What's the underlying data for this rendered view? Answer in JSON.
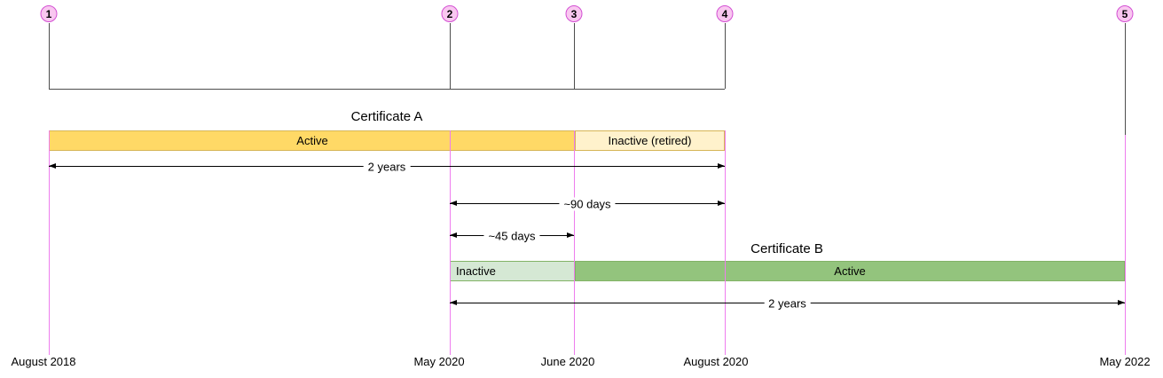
{
  "milestones": [
    "1",
    "2",
    "3",
    "4",
    "5"
  ],
  "certificates": [
    {
      "title": "Certificate A",
      "segments": [
        {
          "label": "Active",
          "state": "active",
          "from": "August 2018",
          "to": "June 2020"
        },
        {
          "label": "Inactive (retired)",
          "state": "inactive",
          "from": "June 2020",
          "to": "August 2020"
        }
      ]
    },
    {
      "title": "Certificate B",
      "segments": [
        {
          "label": "Inactive",
          "state": "inactive",
          "from": "May 2020",
          "to": "June 2020"
        },
        {
          "label": "Active",
          "state": "active",
          "from": "June 2020",
          "to": "May 2022"
        }
      ]
    }
  ],
  "durations": [
    {
      "label": "2 years",
      "from": "August 2018",
      "to": "August 2020"
    },
    {
      "label": "~90 days",
      "from": "May 2020",
      "to": "August 2020"
    },
    {
      "label": "~45 days",
      "from": "May 2020",
      "to": "June 2020"
    },
    {
      "label": "2 years",
      "from": "May 2020",
      "to": "May 2022"
    }
  ],
  "dates": [
    "August 2018",
    "May 2020",
    "June 2020",
    "August 2020",
    "May 2022"
  ],
  "colors": {
    "certA-active": "#FFD966",
    "certA-inactive": "#FFF2CC",
    "certA-border": "#D6B656",
    "certB-active": "#93C47D",
    "certB-inactive": "#D5E8D4",
    "certB-border": "#82B366",
    "milestone-fill": "#F9C7F0",
    "milestone-border": "#D34FD3",
    "guide-line": "#EE7DEE",
    "bracket-line": "#4D4D4D"
  }
}
